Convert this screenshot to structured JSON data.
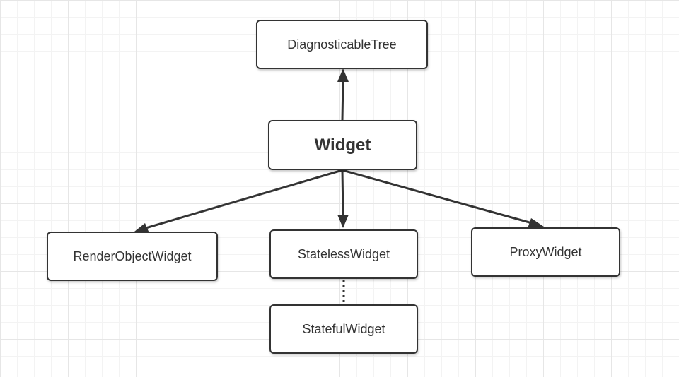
{
  "diagram": {
    "nodes": {
      "diagnosticable_tree": "DiagnosticableTree",
      "widget": "Widget",
      "render_object_widget": "RenderObjectWidget",
      "stateless_widget": "StatelessWidget",
      "proxy_widget": "ProxyWidget",
      "stateful_widget": "StatefulWidget"
    },
    "edges": [
      {
        "from": "Widget",
        "to": "DiagnosticableTree",
        "style": "solid-arrow"
      },
      {
        "from": "Widget",
        "to": "RenderObjectWidget",
        "style": "solid-arrow"
      },
      {
        "from": "Widget",
        "to": "StatelessWidget",
        "style": "solid-arrow"
      },
      {
        "from": "Widget",
        "to": "ProxyWidget",
        "style": "solid-arrow"
      },
      {
        "from": "StatelessWidget",
        "to": "StatefulWidget",
        "style": "dotted-line"
      }
    ],
    "colors": {
      "line": "#333333",
      "node_border": "#333333",
      "node_text": "#333333",
      "grid": "#e6e6e6"
    }
  }
}
